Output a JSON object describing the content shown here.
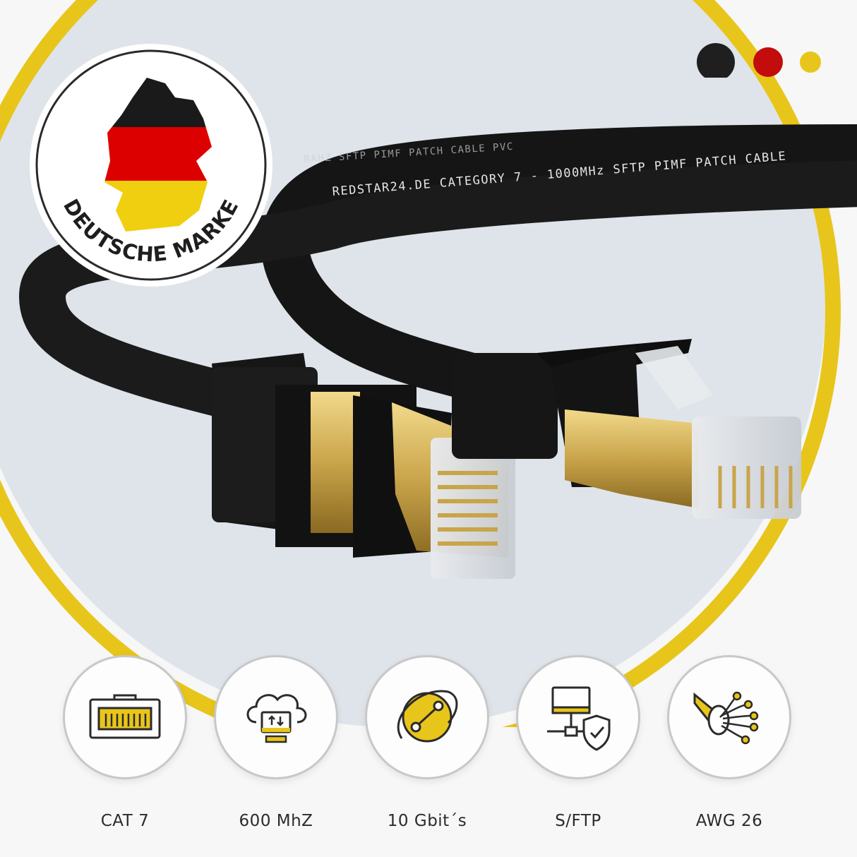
{
  "brand_badge": {
    "text": "DEUTSCHE MARKE"
  },
  "cable_print": {
    "line1": "REDSTAR24.DE CATEGORY 7 - 1000MHz SFTP PIMF PATCH CABLE",
    "line2": "RAHZ SFTP PIMF PATCH CABLE PVC"
  },
  "color_dots": [
    {
      "name": "black",
      "color": "#1f1f1f"
    },
    {
      "name": "red",
      "color": "#c30c0c"
    },
    {
      "name": "yellow",
      "color": "#e8c51a"
    }
  ],
  "features": [
    {
      "label": "CAT 7",
      "icon": "rj45-port-icon"
    },
    {
      "label": "600 MhZ",
      "icon": "cloud-transfer-icon"
    },
    {
      "label": "10 Gbit´s",
      "icon": "speed-orbit-icon"
    },
    {
      "label": "S/FTP",
      "icon": "network-shield-icon"
    },
    {
      "label": "AWG 26",
      "icon": "fiber-strands-icon"
    }
  ],
  "colors": {
    "accent_yellow": "#e8c51a",
    "cable_black": "#1a1a1a",
    "gold": "#c9a44a",
    "bg_grey": "#dfe4ea"
  }
}
